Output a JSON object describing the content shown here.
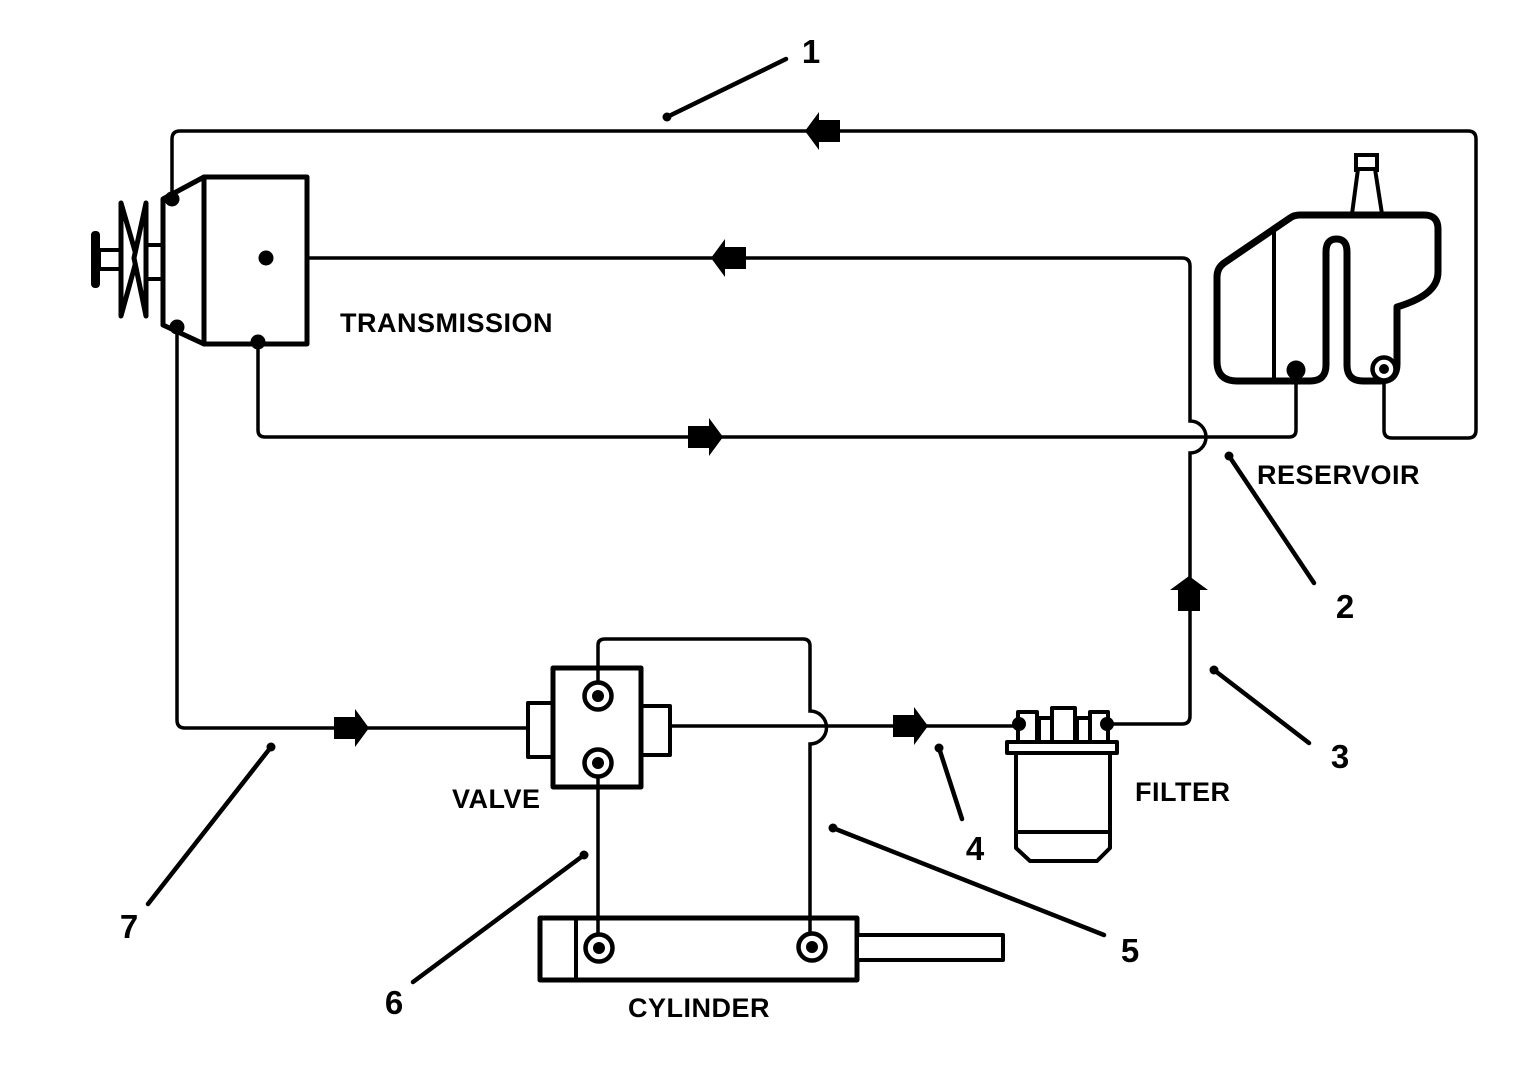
{
  "colors": {
    "background": "#ffffff",
    "line": "#000000"
  },
  "diagram": {
    "labels": {
      "transmission": "TRANSMISSION",
      "reservoir": "RESERVOIR",
      "valve": "VALVE",
      "filter": "FILTER",
      "cylinder": "CYLINDER"
    },
    "callouts": [
      {
        "number": "1"
      },
      {
        "number": "2"
      },
      {
        "number": "3"
      },
      {
        "number": "4"
      },
      {
        "number": "5"
      },
      {
        "number": "6"
      },
      {
        "number": "7"
      }
    ]
  }
}
